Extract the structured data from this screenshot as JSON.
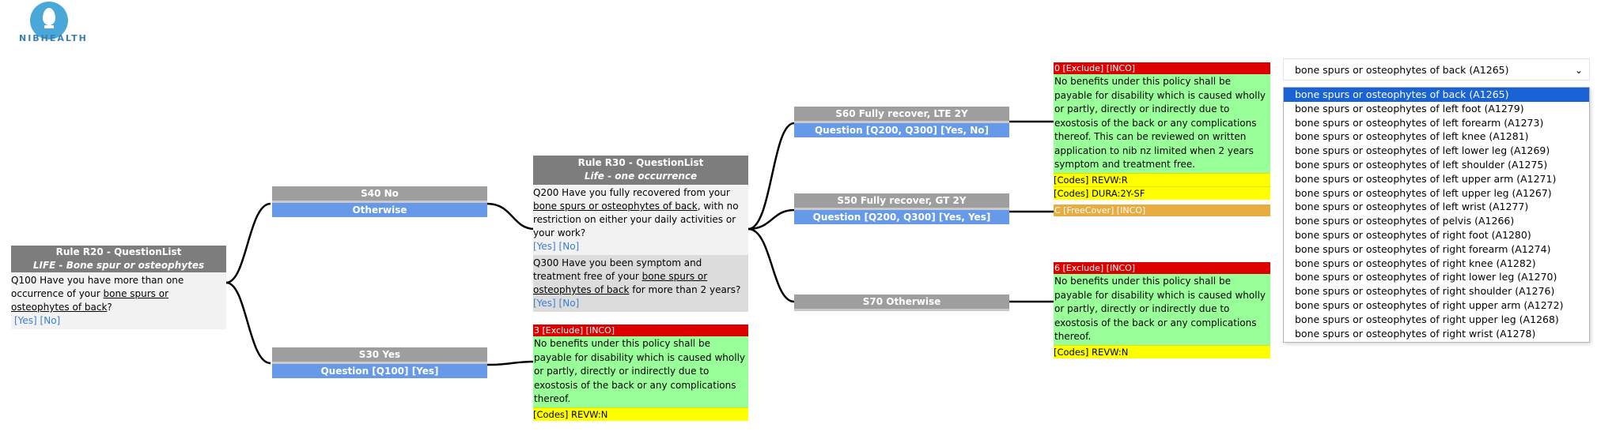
{
  "brand": {
    "name": "NIBHEALTH"
  },
  "top_text": "",
  "rule_r20": {
    "title": "Rule R20 - QuestionList",
    "subtitle": "LIFE - Bone spur or osteophytes",
    "q_prefix": "Q100 Have you have more than one occurrence of your ",
    "q_link": "bone spurs or osteophytes of back",
    "q_suffix": "?",
    "yn": "[Yes] [No]"
  },
  "s40": {
    "title": "S40 No",
    "condition": "Otherwise"
  },
  "s30": {
    "title": "S30 Yes",
    "condition": "Question [Q100] [Yes]"
  },
  "rule_r30": {
    "title": "Rule R30 - QuestionList",
    "subtitle": "Life - one occurrence",
    "q200_prefix": "Q200 Have you fully recovered from your ",
    "q200_link": "bone spurs or osteophytes of back",
    "q200_suffix": ", with no restriction on either your daily activities or your work?",
    "q200_yn": "[Yes] [No]",
    "q300_prefix": "Q300 Have you been symptom and treatment free of your ",
    "q300_link": "bone spurs or osteophytes of back",
    "q300_suffix": " for more than 2 years?",
    "q300_yn": "[Yes] [No]"
  },
  "outcome_s30": {
    "header": "3 [Exclude] [INCO]",
    "text": "No benefits under this policy shall be payable for disability which is caused wholly or partly, directly or indirectly due to exostosis of the back or any complications thereof.",
    "codes": [
      "[Codes] REVW:N"
    ]
  },
  "s60": {
    "title": "S60 Fully recover, LTE 2Y",
    "condition": "Question [Q200, Q300] [Yes, No]"
  },
  "s50": {
    "title": "S50 Fully recover, GT 2Y",
    "condition": "Question [Q200, Q300] [Yes, Yes]"
  },
  "s70": {
    "title": "S70 Otherwise"
  },
  "outcome_s60": {
    "header": "0 [Exclude] [INCO]",
    "text": "No benefits under this policy shall be payable for disability which is caused wholly or partly, directly or indirectly due to exostosis of the back or any complications thereof. This can be reviewed on written application to nib nz limited when 2 years symptom and treatment free.",
    "codes": [
      "[Codes] REVW:R",
      "[Codes] DURA:2Y-SF"
    ]
  },
  "outcome_s50": {
    "header": "C [FreeCover] [INCO]"
  },
  "outcome_s70": {
    "header": "6 [Exclude] [INCO]",
    "text": "No benefits under this policy shall be payable for disability which is caused wholly or partly, directly or indirectly due to exostosis of the back or any complications thereof.",
    "codes": [
      "[Codes] REVW:N"
    ]
  },
  "dropdown": {
    "selected": "bone spurs or osteophytes of back (A1265)",
    "options": [
      "bone spurs or osteophytes of back (A1265)",
      "bone spurs or osteophytes of left foot (A1279)",
      "bone spurs or osteophytes of left forearm (A1273)",
      "bone spurs or osteophytes of left knee (A1281)",
      "bone spurs or osteophytes of left lower leg (A1269)",
      "bone spurs or osteophytes of left shoulder (A1275)",
      "bone spurs or osteophytes of left upper arm (A1271)",
      "bone spurs or osteophytes of left upper leg (A1267)",
      "bone spurs or osteophytes of left wrist (A1277)",
      "bone spurs or osteophytes of pelvis (A1266)",
      "bone spurs or osteophytes of right foot (A1280)",
      "bone spurs or osteophytes of right forearm (A1274)",
      "bone spurs or osteophytes of right knee (A1282)",
      "bone spurs or osteophytes of right lower leg (A1270)",
      "bone spurs or osteophytes of right shoulder (A1276)",
      "bone spurs or osteophytes of right upper arm (A1272)",
      "bone spurs or osteophytes of right upper leg (A1268)",
      "bone spurs or osteophytes of right wrist (A1278)"
    ]
  },
  "colors": {
    "header_gray": "#9e9e9e",
    "header_dark": "#7d7d7d",
    "condition_blue": "#6699e8",
    "exclude_red": "#dd0000",
    "text_green": "#99ff99",
    "codes_yellow": "#ffff00",
    "freecover_orange": "#e8ac40",
    "selected_blue": "#1a63d6"
  }
}
